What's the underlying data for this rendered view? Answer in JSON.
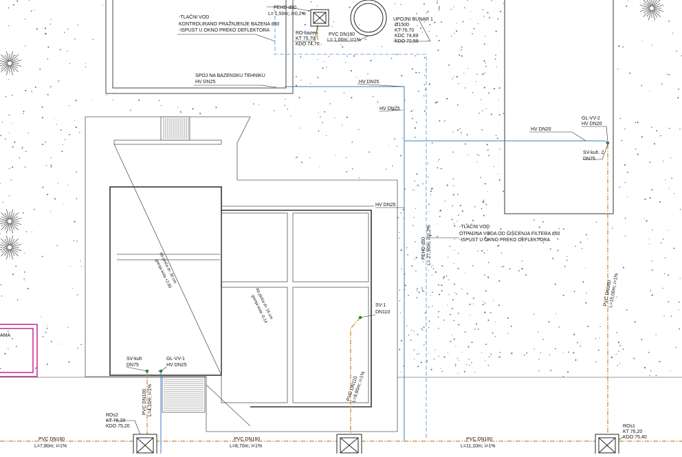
{
  "colors": {
    "line": "#333333",
    "water_blue": "#3a7cc4",
    "dash_blue": "#7aaee0",
    "sewer_orange": "#c8842a",
    "node_green": "#2e8b3a",
    "magenta": "#c2188a",
    "grey": "#8a8a8a"
  },
  "labels": {
    "pool_pressure_1": "-TLAČNI VOD",
    "pool_pressure_2": "KONTROLIRANO PRAŽNJENJE BAZENA d50",
    "pool_pressure_3": "-ISPUST U OKNO PREKO DEFLEKTORA",
    "pehd_top_1": "PEHD d50",
    "pehd_top_2": "L= 1,50m; i=0,2%",
    "ro_bazen_1": "RO-bazen",
    "ro_bazen_2": "KT 75,70",
    "ro_bazen_3": "KDO 74,70",
    "pvc_bazen_1": "PVC DN160",
    "pvc_bazen_2": "L= 1,00m; i=1%",
    "bunar_1": "UPOJNI BUNAR 1",
    "bunar_2": "Ø1500",
    "bunar_3": "KT 76,70",
    "bunar_4": "KDC 74,69",
    "bunar_5": "KDO 72,59",
    "spoj_1": "SPOJ NA BAZENSKU TEHNIKU",
    "spoj_2": "HV DN25",
    "hv_dn25_a": "HV DN25",
    "hv_dn25_b": "HV DN25",
    "hv_dn25_c": "HV DN25",
    "hv_dn20": "HV DN20",
    "glvv2_1": "GL-VV-2",
    "glvv2_2": "HV DN20",
    "svkuh2_1": "SV-kuh. 2",
    "svkuh2_2": "DN75",
    "filter_1": "-TLAČNI VOD",
    "filter_2": "OTPADNA VODA OD ČIŠĆENJA FILTERA d50",
    "filter_3": "-ISPUST U OKNO PREKO DEFLEKTORA",
    "pehd_vert_1": "PEHD d50",
    "pehd_vert_2": "L= 27,90m; i=0,2%",
    "sv1_1": "SV-1",
    "sv1_2": "DN110",
    "svkuh_1": "SV-kuh",
    "svkuh_2": "DN75",
    "glvv1_1": "GL-VV-1",
    "glvv1_2": "HV DN25",
    "pvc_left_v_1": "PVC DN100",
    "pvc_left_v_2": "L=4,10m; i=1%",
    "pvc_mid_v_1": "PVC DN110",
    "pvc_mid_v_2": "L=9,90m; i=1%",
    "pvc_right_v_1": "PVC DN160",
    "pvc_right_v_2": "L=15,00m; i=1%",
    "ros2_1": "ROs2",
    "ros2_2": "KT 76,20",
    "ros2_3": "KDO 75,20",
    "ros1_1": "ROs1",
    "ros1_2": "KT 76,20",
    "ros1_3": "KDO 75,40",
    "bottom_left_1": "PVC DN160",
    "bottom_left_2": "L=7,80m; i=1%",
    "bottom_mid_1": "PVC DN160",
    "bottom_mid_2": "L=8,70m; i=1%",
    "bottom_right_1": "PVC DN160",
    "bottom_right_2": "L=11,10m; i=1%",
    "roof_1": "Ab ploča d= 30 cm",
    "roof_2": "gornja kota +2,85",
    "slab_1": "Ab ploča d= 16 cm",
    "slab_2": "gornja kota -0,14",
    "ama": "AMA"
  }
}
